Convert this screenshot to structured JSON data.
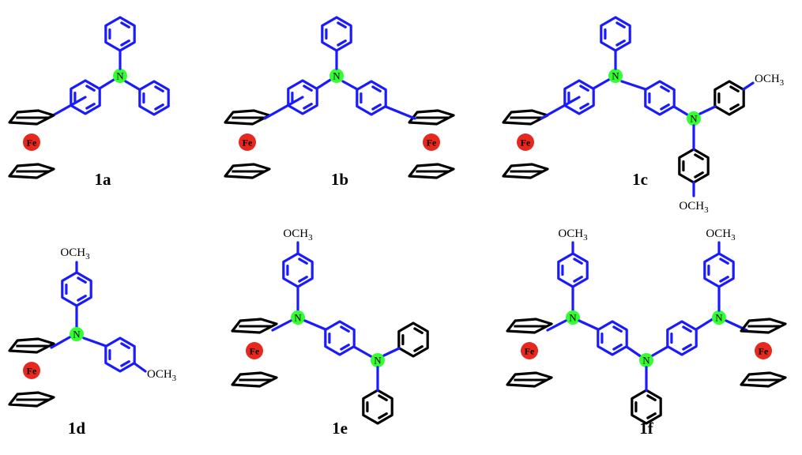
{
  "figure": {
    "colors": {
      "core_bonds": "#1a1aff",
      "periphery_bonds": "#000000",
      "nitrogen_fill": "#33ff33",
      "iron_fill": "#e8281e",
      "text": "#000000"
    },
    "atoms": {
      "nitrogen": "N",
      "iron": "Fe"
    },
    "groups": {
      "methoxy": "OCH",
      "methoxy_sub": "3"
    },
    "labels": {
      "a": "1a",
      "b": "1b",
      "c": "1c",
      "d": "1d",
      "e": "1e",
      "f": "1f"
    },
    "icons": {
      "ferrocene": "ferrocene-icon",
      "benzene": "benzene-ring-icon"
    }
  }
}
